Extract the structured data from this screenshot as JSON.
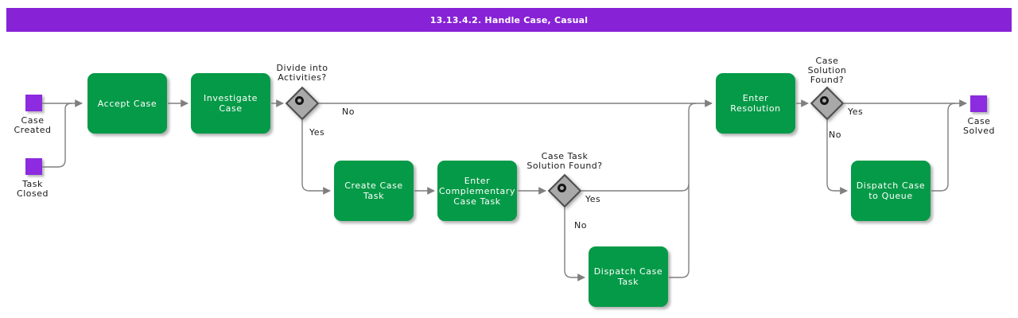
{
  "banner": {
    "title": "13.13.4.2. Handle Case, Casual"
  },
  "events": {
    "case_created": {
      "label": "Case\nCreated"
    },
    "task_closed": {
      "label": "Task\nClosed"
    },
    "case_solved": {
      "label": "Case\nSolved"
    }
  },
  "tasks": {
    "accept_case": {
      "label": "Accept Case"
    },
    "investigate_case": {
      "label": "Investigate\nCase"
    },
    "create_case_task": {
      "label": "Create Case\nTask"
    },
    "enter_complementary_case_task": {
      "label": "Enter\nComplementary\nCase Task"
    },
    "enter_resolution": {
      "label": "Enter Resolution"
    },
    "dispatch_case_task": {
      "label": "Dispatch Case\nTask"
    },
    "dispatch_case_to_queue": {
      "label": "Dispatch Case\nto Queue"
    }
  },
  "gateways": {
    "divide_into_activities": {
      "question": "Divide into\nActivities?",
      "yes": "Yes",
      "no": "No"
    },
    "case_task_solution_found": {
      "question": "Case Task\nSolution Found?",
      "yes": "Yes",
      "no": "No"
    },
    "case_solution_found": {
      "question": "Case\nSolution\nFound?",
      "yes": "Yes",
      "no": "No"
    }
  },
  "colors": {
    "banner_fill": "#8722D6",
    "event_fill": "#8C2BDF",
    "task_fill": "#059A47",
    "line": "#7F7F7F",
    "gateway_fill": "#A9A9A9",
    "gateway_border": "#4D4D4D"
  }
}
